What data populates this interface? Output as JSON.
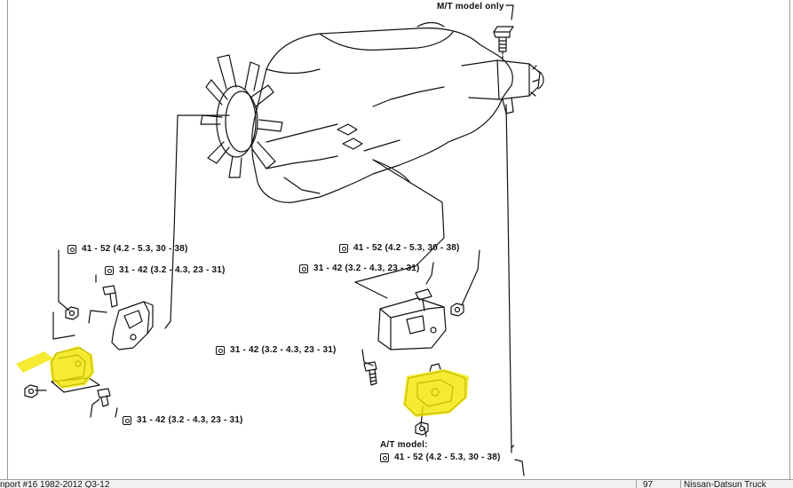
{
  "labels": {
    "mt_model": "M/T model only",
    "at_model": "A/T model:",
    "torque_upper_left": "41 - 52 (4.2 - 5.3, 30 - 38)",
    "torque_left_bolt": "31 - 42 (3.2 - 4.3, 23 - 31)",
    "torque_lower_left": "31 - 42 (3.2 - 4.3, 23 - 31)",
    "torque_upper_right": "41 - 52 (4.2 - 5.3, 30 - 38)",
    "torque_right_bolt": "31 - 42 (3.2 - 4.3, 23 - 31)",
    "torque_mid_right": "31 - 42 (3.2 - 4.3, 23 - 31)",
    "torque_at_model": "41 - 52 (4.2 - 5.3, 30 - 38)"
  },
  "status_bar": {
    "source": "nport #16 1982-2012 Q3-12",
    "page": "97",
    "title": "Nissan-Datsun Truck"
  },
  "colors": {
    "line": "#111111",
    "highlight": "#f2e600",
    "background": "#ffffff"
  },
  "icons": {
    "torque_symbol": "nut-torque-icon"
  }
}
